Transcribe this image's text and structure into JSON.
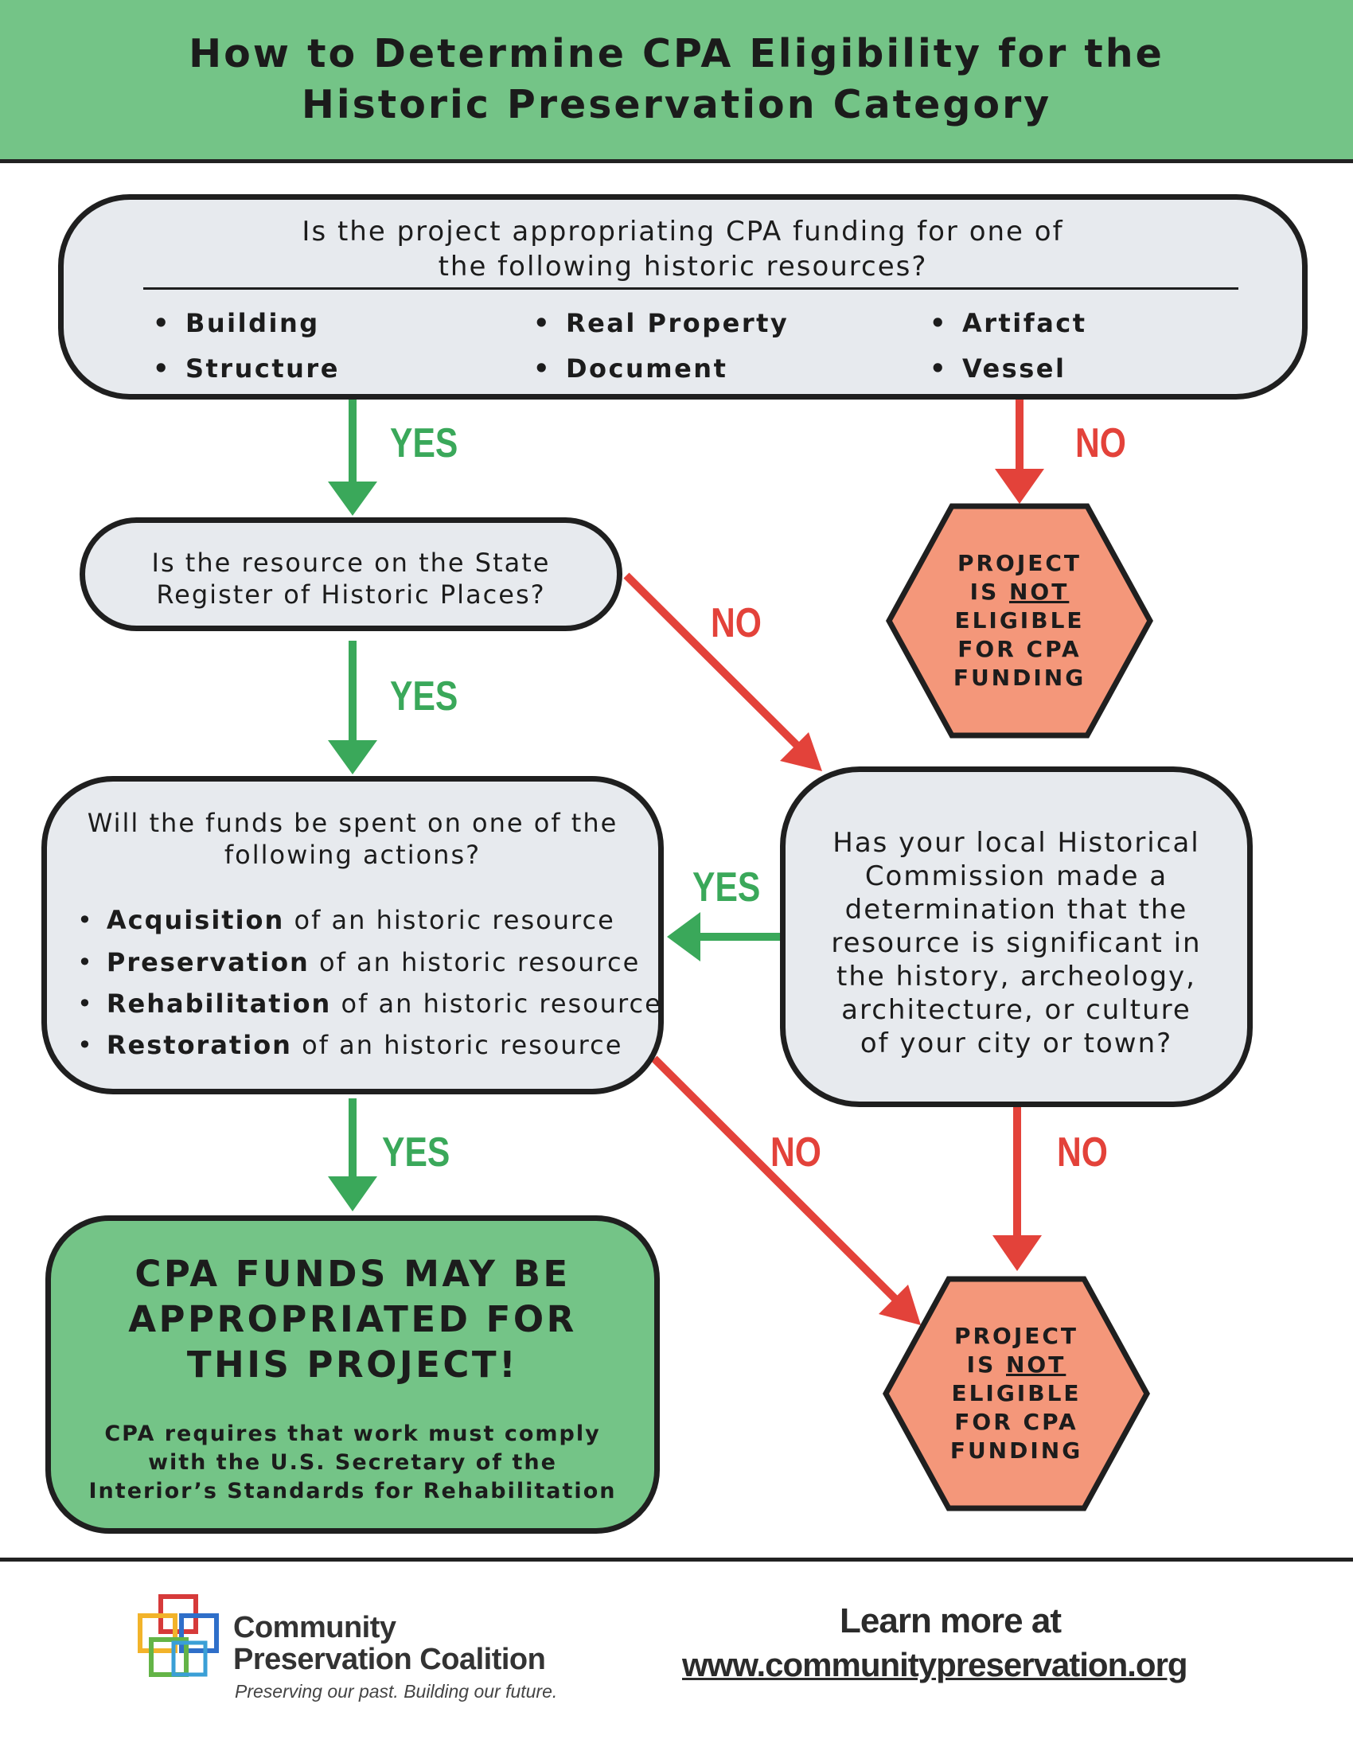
{
  "header": {
    "title_line1": "How to Determine CPA Eligibility for the",
    "title_line2": "Historic Preservation Category"
  },
  "q1": {
    "line1": "Is the project appropriating CPA funding for one of",
    "line2": "the following historic resources?",
    "options": [
      "Building",
      "Structure",
      "Real Property",
      "Document",
      "Artifact",
      "Vessel"
    ]
  },
  "q2": {
    "line1": "Is the resource on the State",
    "line2": "Register of Historic Places?"
  },
  "q3": {
    "line1": "Will the funds be spent on one of the",
    "line2": "following actions?",
    "actions": [
      {
        "term": "Acquisition",
        "rest": "of an historic resource"
      },
      {
        "term": "Preservation",
        "rest": "of an historic resource"
      },
      {
        "term": "Rehabilitation",
        "rest": "of an historic resource"
      },
      {
        "term": "Restoration",
        "rest": "of an historic resource"
      }
    ]
  },
  "q4": {
    "lines": [
      "Has your local Historical",
      "Commission made a",
      "determination that the",
      "resource is significant in",
      "the history, archeology,",
      "architecture, or culture",
      "of your city or town?"
    ]
  },
  "result": {
    "big_lines": [
      "CPA FUNDS MAY BE",
      "APPROPRIATED FOR",
      "THIS PROJECT!"
    ],
    "small_lines": [
      "CPA requires that work must comply",
      "with the U.S. Secretary of the",
      "Interior’s Standards for Rehabilitation"
    ]
  },
  "not_eligible": {
    "line1": "PROJECT",
    "line2_pre": "IS ",
    "line2_emph": "NOT",
    "line3": "ELIGIBLE",
    "line4": "FOR CPA",
    "line5": "FUNDING"
  },
  "labels": {
    "yes": "YES",
    "no": "NO"
  },
  "colors": {
    "header_green": "#74c487",
    "yes_green": "#3aa85a",
    "no_red": "#e3423a",
    "hex_salmon": "#f4977a",
    "box_gray": "#e7eaee"
  },
  "footer": {
    "org_line1": "Community",
    "org_line2": "Preservation Coalition",
    "tagline": "Preserving our past. Building our future.",
    "learn_more": "Learn more at",
    "url": "www.communitypreservation.org"
  }
}
